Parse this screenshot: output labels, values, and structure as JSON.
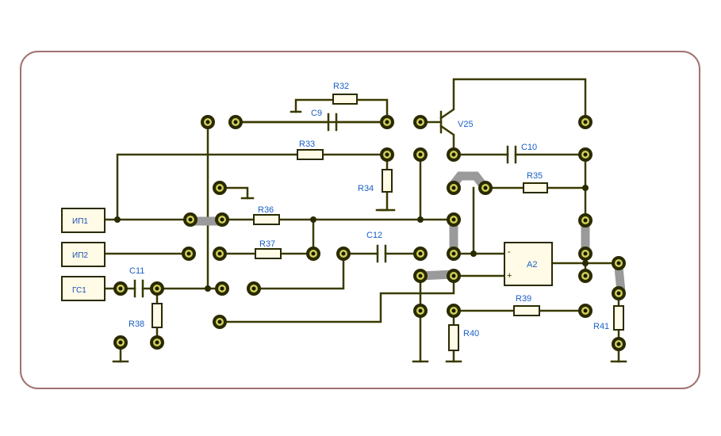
{
  "labels": {
    "R32": "R32",
    "C9": "C9",
    "V25": "V25",
    "R33": "R33",
    "C10": "C10",
    "R34": "R34",
    "R35": "R35",
    "R36": "R36",
    "R37": "R37",
    "C12": "C12",
    "C11": "C11",
    "R38": "R38",
    "R39": "R39",
    "R40": "R40",
    "R41": "R41",
    "A2": "A2",
    "minus": "-",
    "plus": "+"
  },
  "connectors": {
    "top": "ИП1",
    "mid": "ИП2",
    "bottom": "ГС1"
  },
  "colors": {
    "wire": "#3a3a00",
    "label": "#1a5fc6",
    "board_outline": "#a07070",
    "jumper": "#9a9a9a"
  }
}
